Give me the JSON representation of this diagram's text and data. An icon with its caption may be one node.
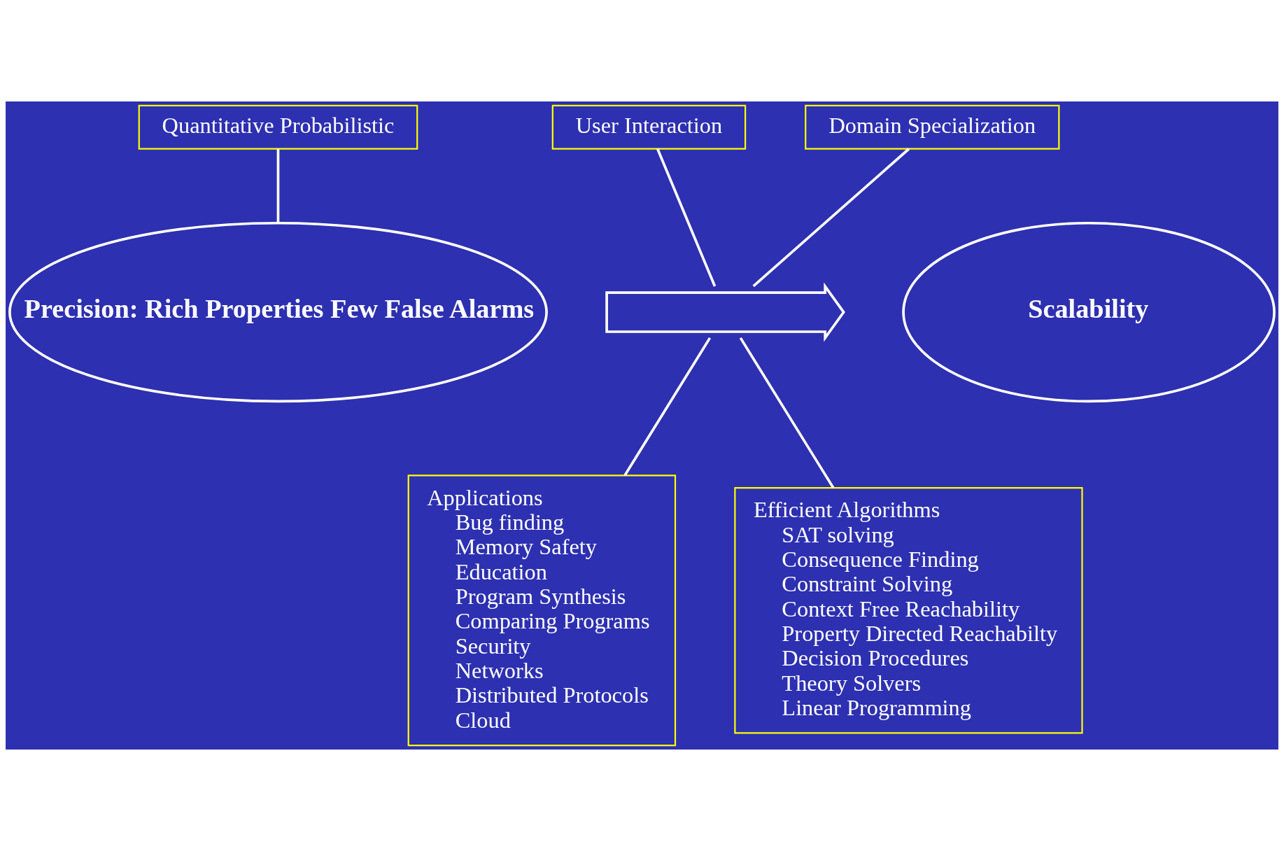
{
  "diagram": {
    "nodes": [
      {
        "text": [
          "Quantitative Probabilistic"
        ]
      },
      {
        "text": [
          "User Interaction"
        ]
      },
      {
        "text": [
          "Domain Specialization"
        ]
      },
      {
        "text": [
          "Precision: Rich Properties Few False Alarms"
        ]
      },
      {
        "text": [],
        "shape": "arrow"
      },
      {
        "text": [
          "Scalability"
        ]
      },
      {
        "text": [
          "Applications",
          "Bug finding",
          "Memory Safety",
          "Education",
          "Program Synthesis",
          "Comparing Programs",
          "Security",
          "Networks",
          "Distributed Protocols",
          "Cloud"
        ]
      },
      {
        "text": [
          "Efficient Algorithms",
          "SAT solving",
          "Consequence Finding",
          "Constraint Solving",
          "Context Free Reachability",
          "Property Directed Reachabilty",
          "Decision Procedures",
          "Theory Solvers",
          "Linear Programming"
        ]
      }
    ],
    "edges": [
      {
        "from": 0,
        "to": 3,
        "arrow": "none"
      },
      {
        "from": 1,
        "to": 4,
        "arrow": "none"
      },
      {
        "from": 2,
        "to": 4,
        "arrow": "none"
      },
      {
        "from": 4,
        "to": 6,
        "arrow": "none"
      },
      {
        "from": 4,
        "to": 7,
        "arrow": "none"
      }
    ]
  }
}
